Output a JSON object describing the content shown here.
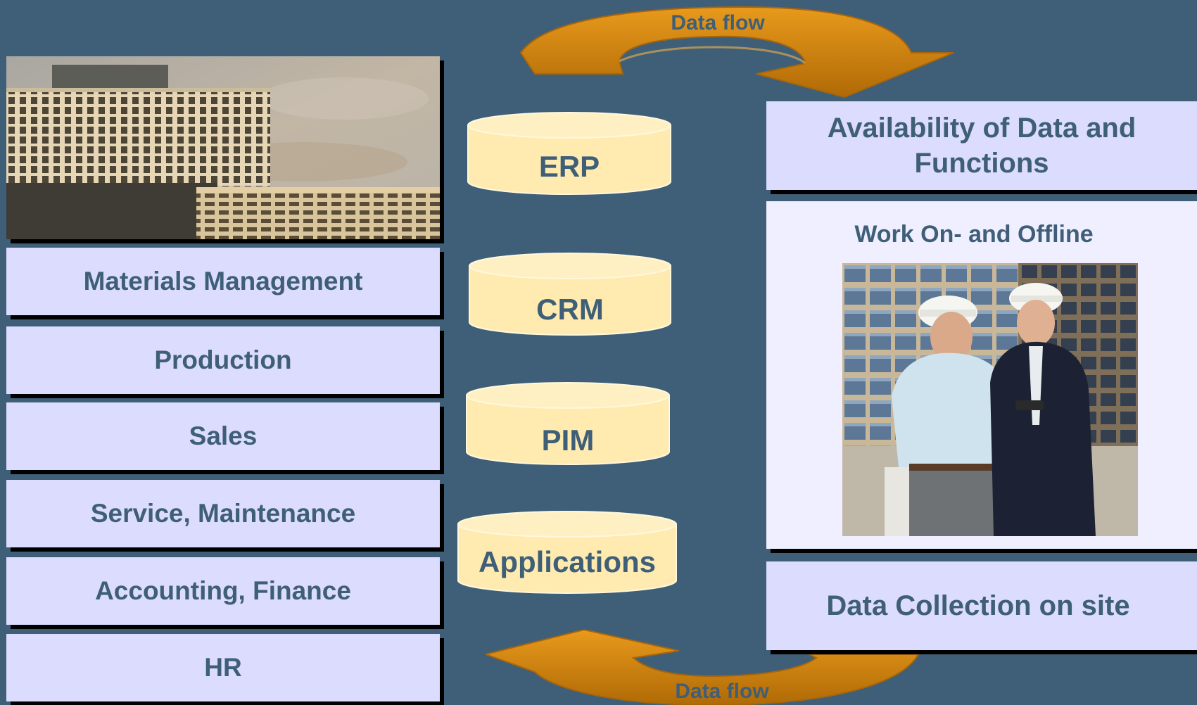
{
  "arrows": {
    "top_label": "Data flow",
    "bottom_label": "Data flow"
  },
  "functions": [
    "Materials Management",
    "Production",
    "Sales",
    "Service, Maintenance",
    "Accounting, Finance",
    "HR"
  ],
  "databases": [
    "ERP",
    "CRM",
    "PIM",
    "Applications"
  ],
  "right_panel": {
    "availability": "Availability of Data and Functions",
    "work_title": "Work On- and Offline",
    "collection": "Data Collection on site"
  },
  "colors": {
    "background": "#3f5f78",
    "box_fill": "#dcdcff",
    "db_fill": "#ffeab0",
    "arrow": "#d88a0c",
    "text": "#3f5f78"
  }
}
